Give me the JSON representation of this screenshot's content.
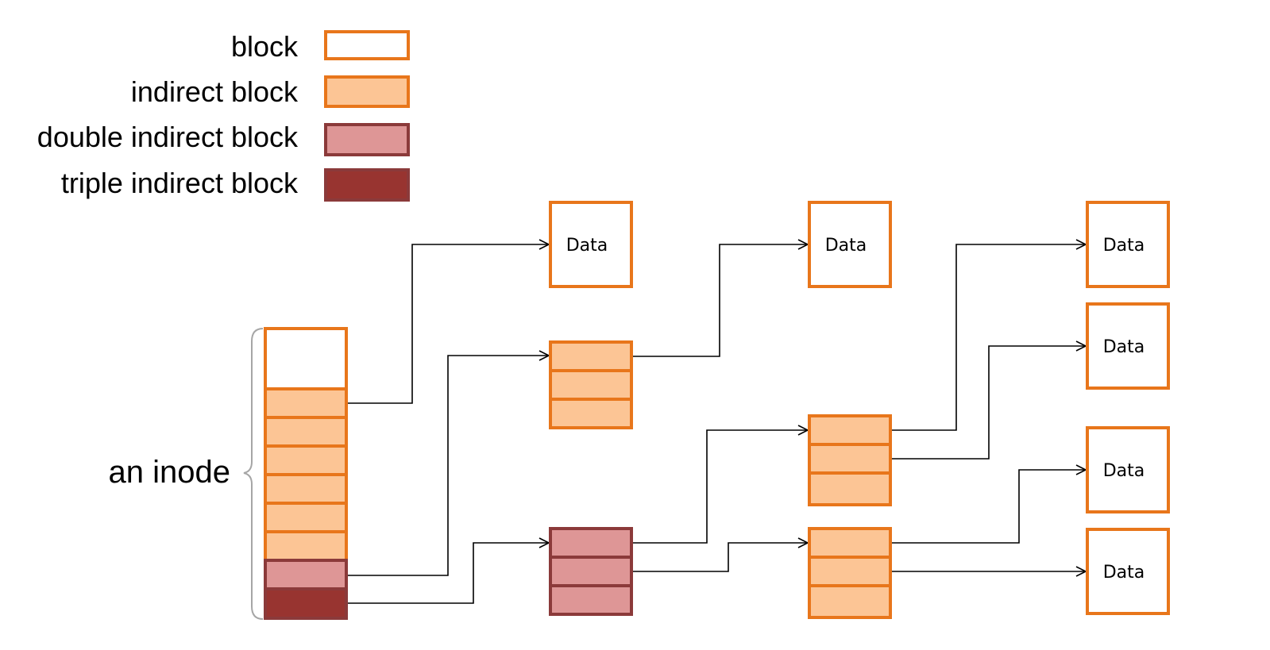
{
  "colors": {
    "orange_stroke": "#E8761B",
    "maroon_stroke": "#8B3A3A",
    "block_fill": "#FFFFFF",
    "indirect_fill": "#FCC595",
    "double_indirect_fill": "#DE9696",
    "triple_indirect_fill": "#983430",
    "line": "#000000",
    "brace": "#A6A6A6"
  },
  "legend": {
    "items": [
      {
        "label": "block",
        "kind": "block"
      },
      {
        "label": "indirect block",
        "kind": "indirect"
      },
      {
        "label": "double indirect block",
        "kind": "double"
      },
      {
        "label": "triple indirect block",
        "kind": "triple"
      }
    ]
  },
  "inode": {
    "label": "an inode"
  },
  "data_label": "Data"
}
